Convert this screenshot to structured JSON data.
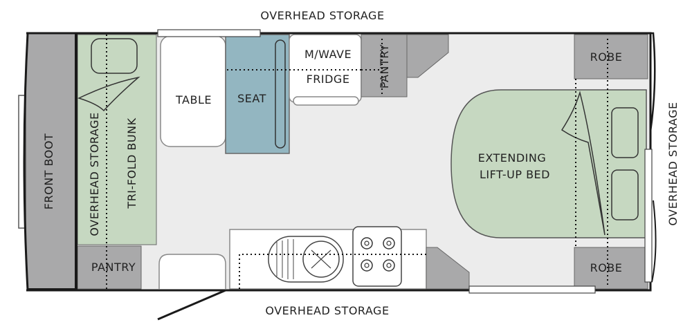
{
  "labels": {
    "overhead_top": "OVERHEAD STORAGE",
    "overhead_bottom": "OVERHEAD STORAGE",
    "overhead_right": "OVERHEAD STORAGE",
    "overhead_left": "OVERHEAD STORAGE",
    "front_boot": "FRONT BOOT",
    "tri_fold_bunk": "TRI-FOLD BUNK",
    "pantry_left": "PANTRY",
    "table": "TABLE",
    "seat": "SEAT",
    "microwave": "M/WAVE",
    "fridge": "FRIDGE",
    "pantry_top": "PANTRY",
    "robe_top": "ROBE",
    "robe_bottom": "ROBE",
    "bed_line1": "EXTENDING",
    "bed_line2": "LIFT-UP BED"
  },
  "colors": {
    "wall": "#1a1a1a",
    "floor": "#ececec",
    "storage": "#a9a9aa",
    "bunk": "#c6d8c1",
    "seat": "#93b6c1",
    "bed": "#c6d8c1",
    "white": "#ffffff"
  }
}
